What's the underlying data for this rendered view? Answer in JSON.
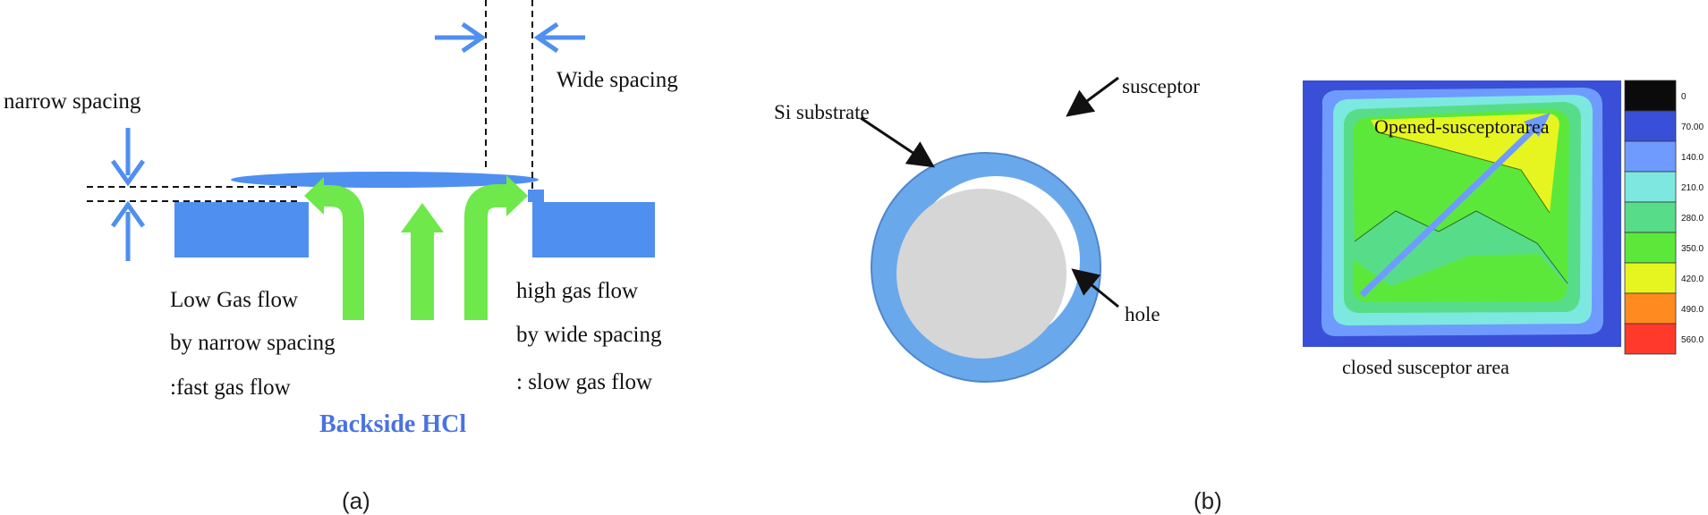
{
  "panel_a": {
    "label_narrow_spacing": "narrow spacing",
    "label_wide_spacing": "Wide spacing",
    "label_low_flow": [
      "Low Gas flow",
      "by narrow spacing",
      ":fast gas flow"
    ],
    "label_high_flow": [
      "high gas flow",
      "by wide spacing",
      ": slow gas flow"
    ],
    "label_backside": "Backside HCl",
    "caption": "(a)"
  },
  "panel_b": {
    "label_si_substrate": "Si substrate",
    "label_susceptor": "susceptor",
    "label_hole": "hole",
    "label_opened": "Opened-susceptorarea",
    "label_closed": "closed susceptor area",
    "caption": "(b)",
    "colorbar_ticks": [
      "0",
      "70.00",
      "140.0",
      "210.0",
      "280.0",
      "350.0",
      "420.0",
      "490.0",
      "560.0"
    ],
    "colorbar_colors": [
      "#0b0b0b",
      "#3a4fd8",
      "#6f9bff",
      "#7de8e0",
      "#57dd8a",
      "#5ce83a",
      "#e6f51f",
      "#ff8a1f",
      "#ff3a2a"
    ]
  },
  "colors": {
    "blue": "#4f8ff0",
    "green": "#6ee84a",
    "susceptor_ring": "#6aa8ec",
    "substrate": "#d6d6d6",
    "title_blue": "#4a73e0"
  }
}
